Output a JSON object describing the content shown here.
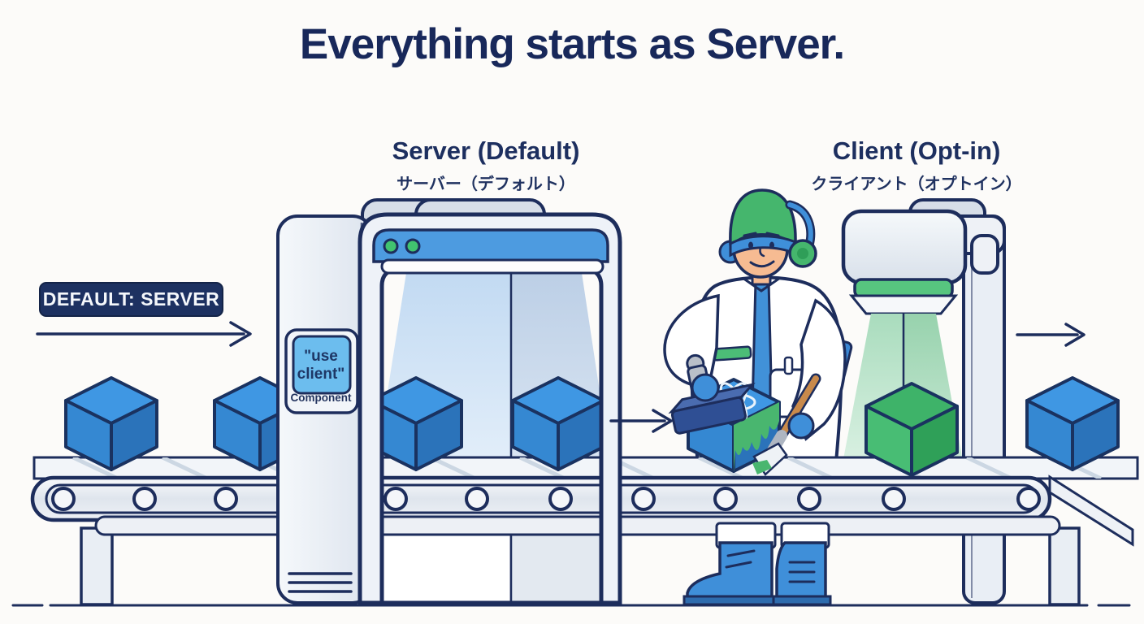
{
  "title": "Everything starts as Server.",
  "stations": {
    "server": {
      "label": "Server (Default)",
      "label_jp": "サーバー（デフォルト）"
    },
    "client": {
      "label": "Client (Opt-in)",
      "label_jp": "クライアント（オプトイン）"
    }
  },
  "badge": {
    "label": "DEFAULT: SERVER"
  },
  "use_client_sign": {
    "line1": "\"use",
    "line2": "client\"",
    "caption": "Component"
  },
  "colors": {
    "navy_outline": "#1d2d5c",
    "title_navy": "#18285a",
    "accent_blue": "#4496dd",
    "cube_blue_top": "#3f97e3",
    "cube_blue_left": "#3588d2",
    "cube_blue_right": "#2b73ba",
    "cube_green": "#3eb369",
    "scan_light_blue": "#cde1f5",
    "scan_light_green": "#b4e0c5",
    "badge_bg": "#1d3161",
    "sign_bg": "#6cbdee",
    "machine_gray": "#eef2f8",
    "belt_gray": "#e9edf3"
  }
}
